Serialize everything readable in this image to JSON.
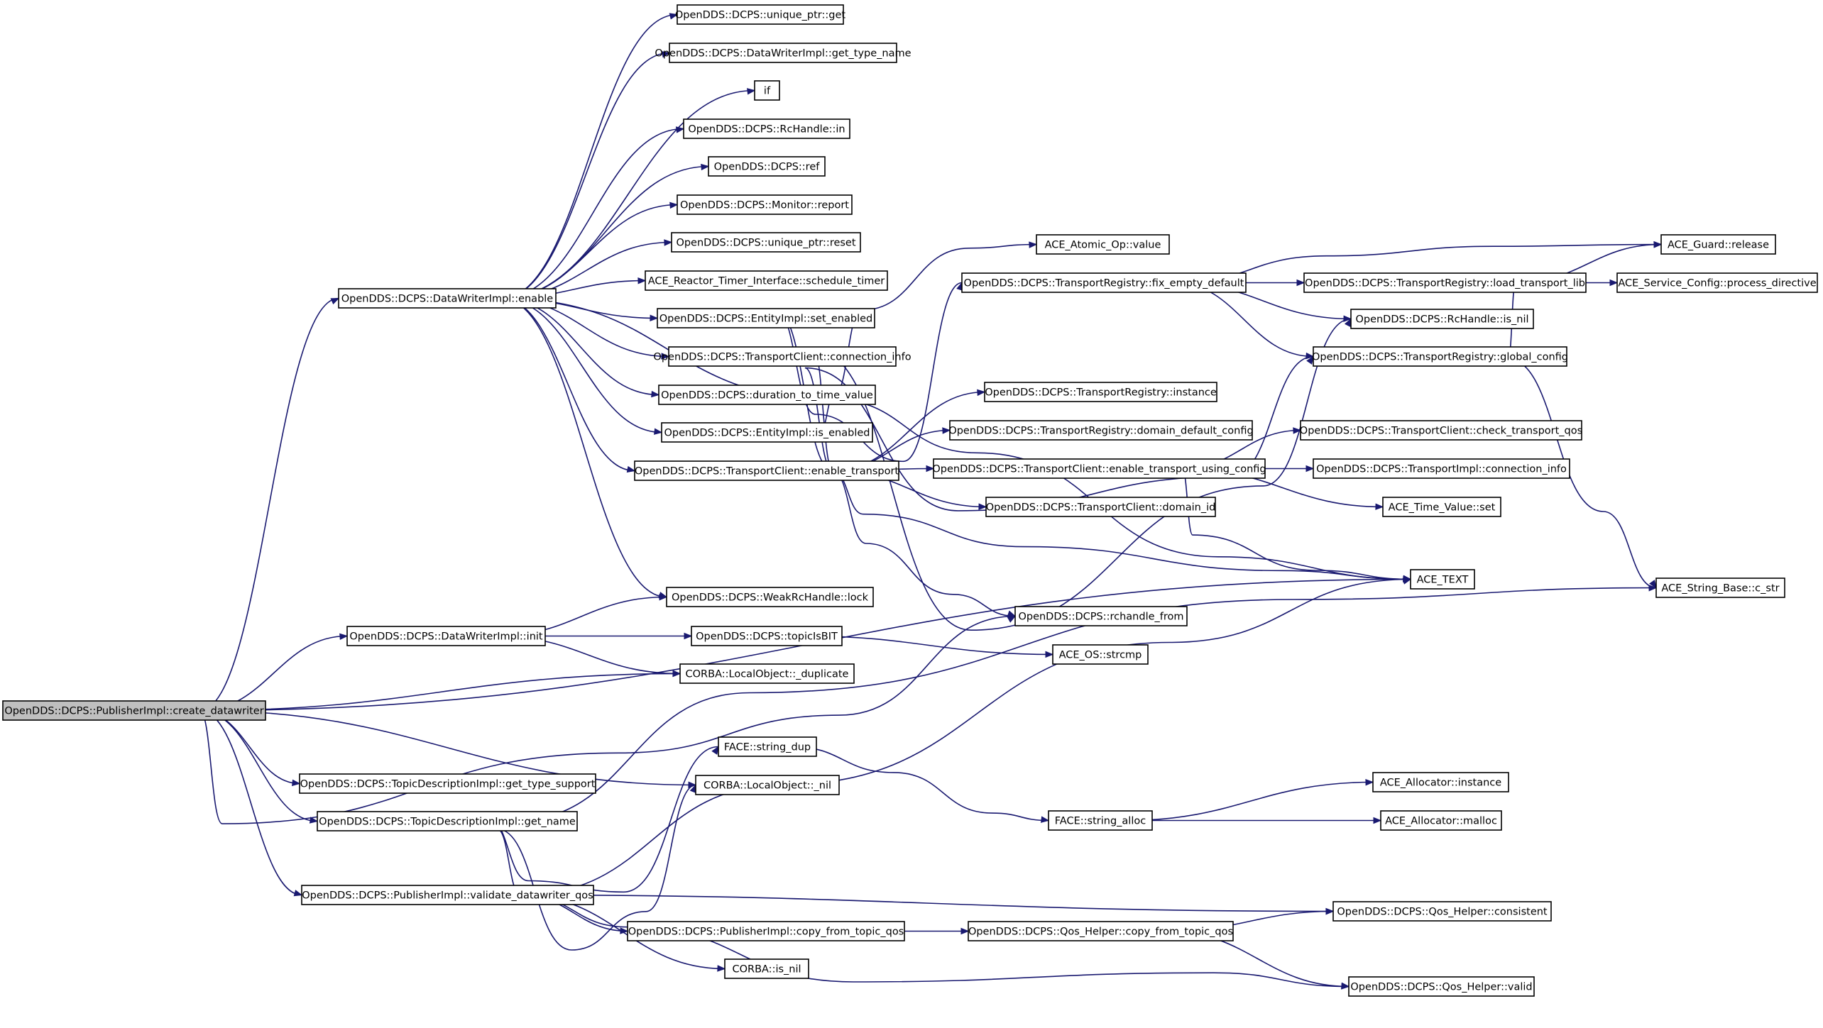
{
  "graph": {
    "root": "OpenDDS::DCPS::PublisherImpl::create_datawriter",
    "node_fill": "#ffffff",
    "root_fill": "#bfbfbf",
    "edge_color": "#191970",
    "nodes": [
      {
        "id": "root",
        "label": "OpenDDS::DCPS::PublisherImpl::create_datawriter"
      },
      {
        "id": "dwEnable",
        "label": "OpenDDS::DCPS::DataWriterImpl::enable"
      },
      {
        "id": "uptrGet",
        "label": "OpenDDS::DCPS::unique_ptr::get"
      },
      {
        "id": "getTypeName",
        "label": "OpenDDS::DCPS::DataWriterImpl::get_type_name"
      },
      {
        "id": "if",
        "label": "if"
      },
      {
        "id": "rcIn",
        "label": "OpenDDS::DCPS::RcHandle::in"
      },
      {
        "id": "ref",
        "label": "OpenDDS::DCPS::ref"
      },
      {
        "id": "monReport",
        "label": "OpenDDS::DCPS::Monitor::report"
      },
      {
        "id": "uptrReset",
        "label": "OpenDDS::DCPS::unique_ptr::reset"
      },
      {
        "id": "schedTimer",
        "label": "ACE_Reactor_Timer_Interface::schedule_timer"
      },
      {
        "id": "setEnabled",
        "label": "OpenDDS::DCPS::EntityImpl::set_enabled"
      },
      {
        "id": "tcConnInfo",
        "label": "OpenDDS::DCPS::TransportClient::connection_info"
      },
      {
        "id": "durToTime",
        "label": "OpenDDS::DCPS::duration_to_time_value"
      },
      {
        "id": "isEnabled",
        "label": "OpenDDS::DCPS::EntityImpl::is_enabled"
      },
      {
        "id": "enableTransport",
        "label": "OpenDDS::DCPS::TransportClient::enable_transport"
      },
      {
        "id": "weakLock",
        "label": "OpenDDS::DCPS::WeakRcHandle::lock"
      },
      {
        "id": "dwInit",
        "label": "OpenDDS::DCPS::DataWriterImpl::init"
      },
      {
        "id": "topicIsBIT",
        "label": "OpenDDS::DCPS::topicIsBIT"
      },
      {
        "id": "duplicate",
        "label": "CORBA::LocalObject::_duplicate"
      },
      {
        "id": "stringDup",
        "label": "FACE::string_dup"
      },
      {
        "id": "nil",
        "label": "CORBA::LocalObject::_nil"
      },
      {
        "id": "getTypeSupport",
        "label": "OpenDDS::DCPS::TopicDescriptionImpl::get_type_support"
      },
      {
        "id": "getName",
        "label": "OpenDDS::DCPS::TopicDescriptionImpl::get_name"
      },
      {
        "id": "validateQos",
        "label": "OpenDDS::DCPS::PublisherImpl::validate_datawriter_qos"
      },
      {
        "id": "copyFromTopicQos",
        "label": "OpenDDS::DCPS::PublisherImpl::copy_from_topic_qos"
      },
      {
        "id": "isNilCorba",
        "label": "CORBA::is_nil"
      },
      {
        "id": "atomicValue",
        "label": "ACE_Atomic_Op::value"
      },
      {
        "id": "fixEmpty",
        "label": "OpenDDS::DCPS::TransportRegistry::fix_empty_default"
      },
      {
        "id": "trInstance",
        "label": "OpenDDS::DCPS::TransportRegistry::instance"
      },
      {
        "id": "domDefCfg",
        "label": "OpenDDS::DCPS::TransportRegistry::domain_default_config"
      },
      {
        "id": "enableUsingCfg",
        "label": "OpenDDS::DCPS::TransportClient::enable_transport_using_config"
      },
      {
        "id": "tcDomainId",
        "label": "OpenDDS::DCPS::TransportClient::domain_id"
      },
      {
        "id": "rchandleFrom",
        "label": "OpenDDS::DCPS::rchandle_from"
      },
      {
        "id": "osStrcmp",
        "label": "ACE_OS::strcmp"
      },
      {
        "id": "stringAlloc",
        "label": "FACE::string_alloc"
      },
      {
        "id": "loadTransportLib",
        "label": "OpenDDS::DCPS::TransportRegistry::load_transport_lib"
      },
      {
        "id": "rcIsNil",
        "label": "OpenDDS::DCPS::RcHandle::is_nil"
      },
      {
        "id": "globalConfig",
        "label": "OpenDDS::DCPS::TransportRegistry::global_config"
      },
      {
        "id": "checkTransportQos",
        "label": "OpenDDS::DCPS::TransportClient::check_transport_qos"
      },
      {
        "id": "tiConnInfo",
        "label": "OpenDDS::DCPS::TransportImpl::connection_info"
      },
      {
        "id": "timeValueSet",
        "label": "ACE_Time_Value::set"
      },
      {
        "id": "aceText",
        "label": "ACE_TEXT"
      },
      {
        "id": "allocInstance",
        "label": "ACE_Allocator::instance"
      },
      {
        "id": "allocMalloc",
        "label": "ACE_Allocator::malloc"
      },
      {
        "id": "qhConsistent",
        "label": "OpenDDS::DCPS::Qos_Helper::consistent"
      },
      {
        "id": "qhCopyFromTopicQos",
        "label": "OpenDDS::DCPS::Qos_Helper::copy_from_topic_qos"
      },
      {
        "id": "qhValid",
        "label": "OpenDDS::DCPS::Qos_Helper::valid"
      },
      {
        "id": "guardRelease",
        "label": "ACE_Guard::release"
      },
      {
        "id": "processDirective",
        "label": "ACE_Service_Config::process_directive"
      },
      {
        "id": "cStr",
        "label": "ACE_String_Base::c_str"
      }
    ],
    "edges": [
      [
        "root",
        "dwEnable"
      ],
      [
        "root",
        "aceText"
      ],
      [
        "root",
        "rchandleFrom"
      ],
      [
        "root",
        "dwInit"
      ],
      [
        "root",
        "duplicate"
      ],
      [
        "root",
        "nil"
      ],
      [
        "root",
        "getTypeSupport"
      ],
      [
        "root",
        "getName"
      ],
      [
        "root",
        "validateQos"
      ],
      [
        "dwEnable",
        "uptrGet"
      ],
      [
        "dwEnable",
        "getTypeName"
      ],
      [
        "dwEnable",
        "if"
      ],
      [
        "dwEnable",
        "rcIn"
      ],
      [
        "dwEnable",
        "ref"
      ],
      [
        "dwEnable",
        "monReport"
      ],
      [
        "dwEnable",
        "uptrReset"
      ],
      [
        "dwEnable",
        "schedTimer"
      ],
      [
        "dwEnable",
        "setEnabled"
      ],
      [
        "dwEnable",
        "tcConnInfo"
      ],
      [
        "dwEnable",
        "durToTime"
      ],
      [
        "dwEnable",
        "isEnabled"
      ],
      [
        "dwEnable",
        "enableTransport"
      ],
      [
        "dwEnable",
        "weakLock"
      ],
      [
        "dwEnable",
        "aceText"
      ],
      [
        "isEnabled",
        "atomicValue"
      ],
      [
        "enableTransport",
        "fixEmpty"
      ],
      [
        "enableTransport",
        "rcIsNil"
      ],
      [
        "enableTransport",
        "globalConfig"
      ],
      [
        "enableTransport",
        "trInstance"
      ],
      [
        "enableTransport",
        "domDefCfg"
      ],
      [
        "enableTransport",
        "enableUsingCfg"
      ],
      [
        "enableTransport",
        "tcDomainId"
      ],
      [
        "enableTransport",
        "aceText"
      ],
      [
        "enableTransport",
        "rchandleFrom"
      ],
      [
        "fixEmpty",
        "guardRelease"
      ],
      [
        "fixEmpty",
        "loadTransportLib"
      ],
      [
        "fixEmpty",
        "rcIsNil"
      ],
      [
        "fixEmpty",
        "globalConfig"
      ],
      [
        "loadTransportLib",
        "guardRelease"
      ],
      [
        "loadTransportLib",
        "processDirective"
      ],
      [
        "loadTransportLib",
        "cStr"
      ],
      [
        "enableUsingCfg",
        "checkTransportQos"
      ],
      [
        "enableUsingCfg",
        "tiConnInfo"
      ],
      [
        "enableUsingCfg",
        "timeValueSet"
      ],
      [
        "enableUsingCfg",
        "aceText"
      ],
      [
        "dwInit",
        "weakLock"
      ],
      [
        "dwInit",
        "topicIsBIT"
      ],
      [
        "dwInit",
        "duplicate"
      ],
      [
        "topicIsBIT",
        "osStrcmp"
      ],
      [
        "getName",
        "stringDup"
      ],
      [
        "getName",
        "cStr"
      ],
      [
        "stringDup",
        "stringAlloc"
      ],
      [
        "stringAlloc",
        "allocInstance"
      ],
      [
        "stringAlloc",
        "allocMalloc"
      ],
      [
        "validateQos",
        "nil"
      ],
      [
        "validateQos",
        "aceText"
      ],
      [
        "validateQos",
        "qhConsistent"
      ],
      [
        "validateQos",
        "copyFromTopicQos"
      ],
      [
        "validateQos",
        "isNilCorba"
      ],
      [
        "validateQos",
        "qhValid"
      ],
      [
        "copyFromTopicQos",
        "qhCopyFromTopicQos"
      ],
      [
        "qhCopyFromTopicQos",
        "qhConsistent"
      ],
      [
        "qhCopyFromTopicQos",
        "qhValid"
      ]
    ]
  }
}
